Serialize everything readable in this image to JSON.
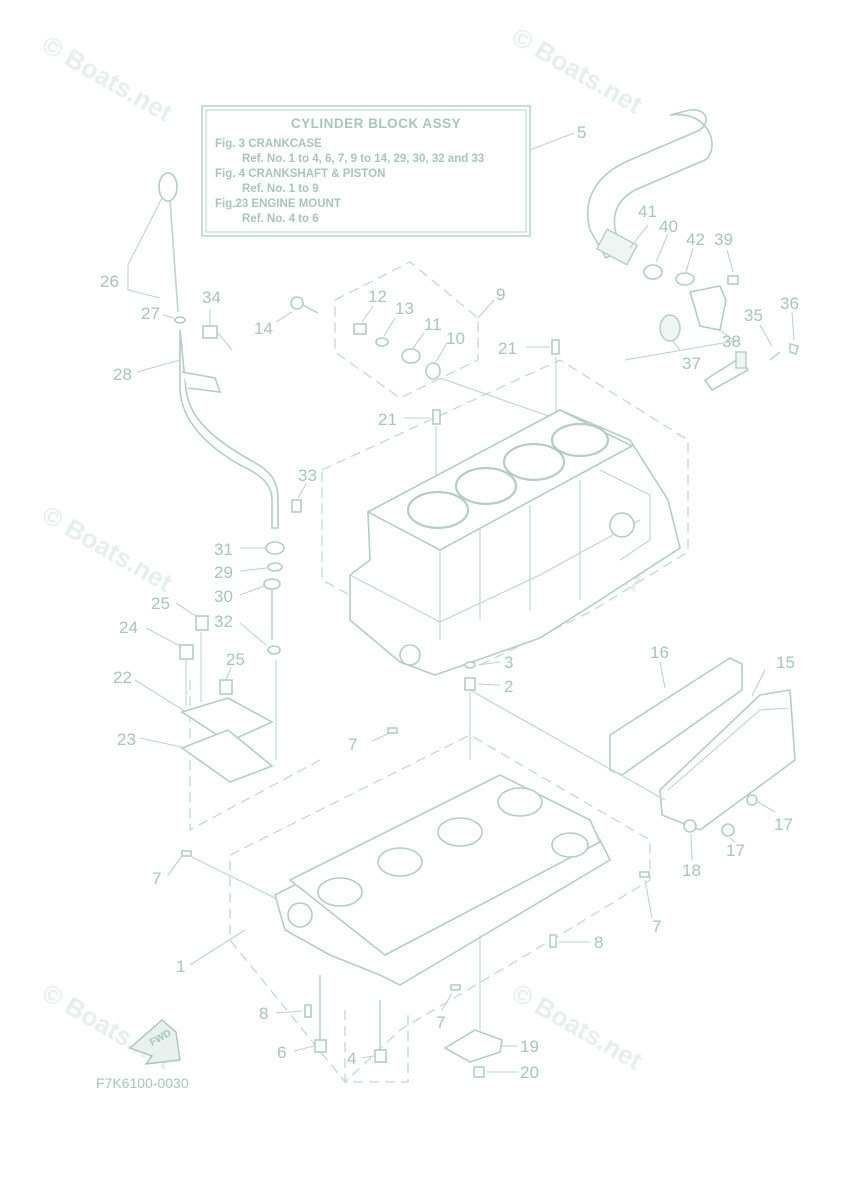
{
  "watermark": "© Boats.net",
  "assy_box": {
    "title": "CYLINDER BLOCK ASSY",
    "lines": [
      "Fig.  3 CRANKCASE",
      "Ref. No. 1 to 4, 6, 7, 9 to 14, 29, 30, 32 and 33",
      "Fig.  4 CRANKSHAFT & PISTON",
      "Ref. No. 1 to 9",
      "Fig.23 ENGINE MOUNT",
      "Ref. No. 4 to 6"
    ]
  },
  "callouts": [
    "1",
    "2",
    "3",
    "4",
    "5",
    "6",
    "7",
    "8",
    "9",
    "10",
    "11",
    "12",
    "13",
    "14",
    "15",
    "16",
    "17",
    "18",
    "19",
    "20",
    "21",
    "22",
    "23",
    "24",
    "25",
    "26",
    "27",
    "28",
    "29",
    "30",
    "31",
    "32",
    "33",
    "34",
    "35",
    "36",
    "37",
    "38",
    "39",
    "40",
    "41",
    "42"
  ],
  "fwd_label": "FWD",
  "drawing_code": "F7K6100-0030"
}
